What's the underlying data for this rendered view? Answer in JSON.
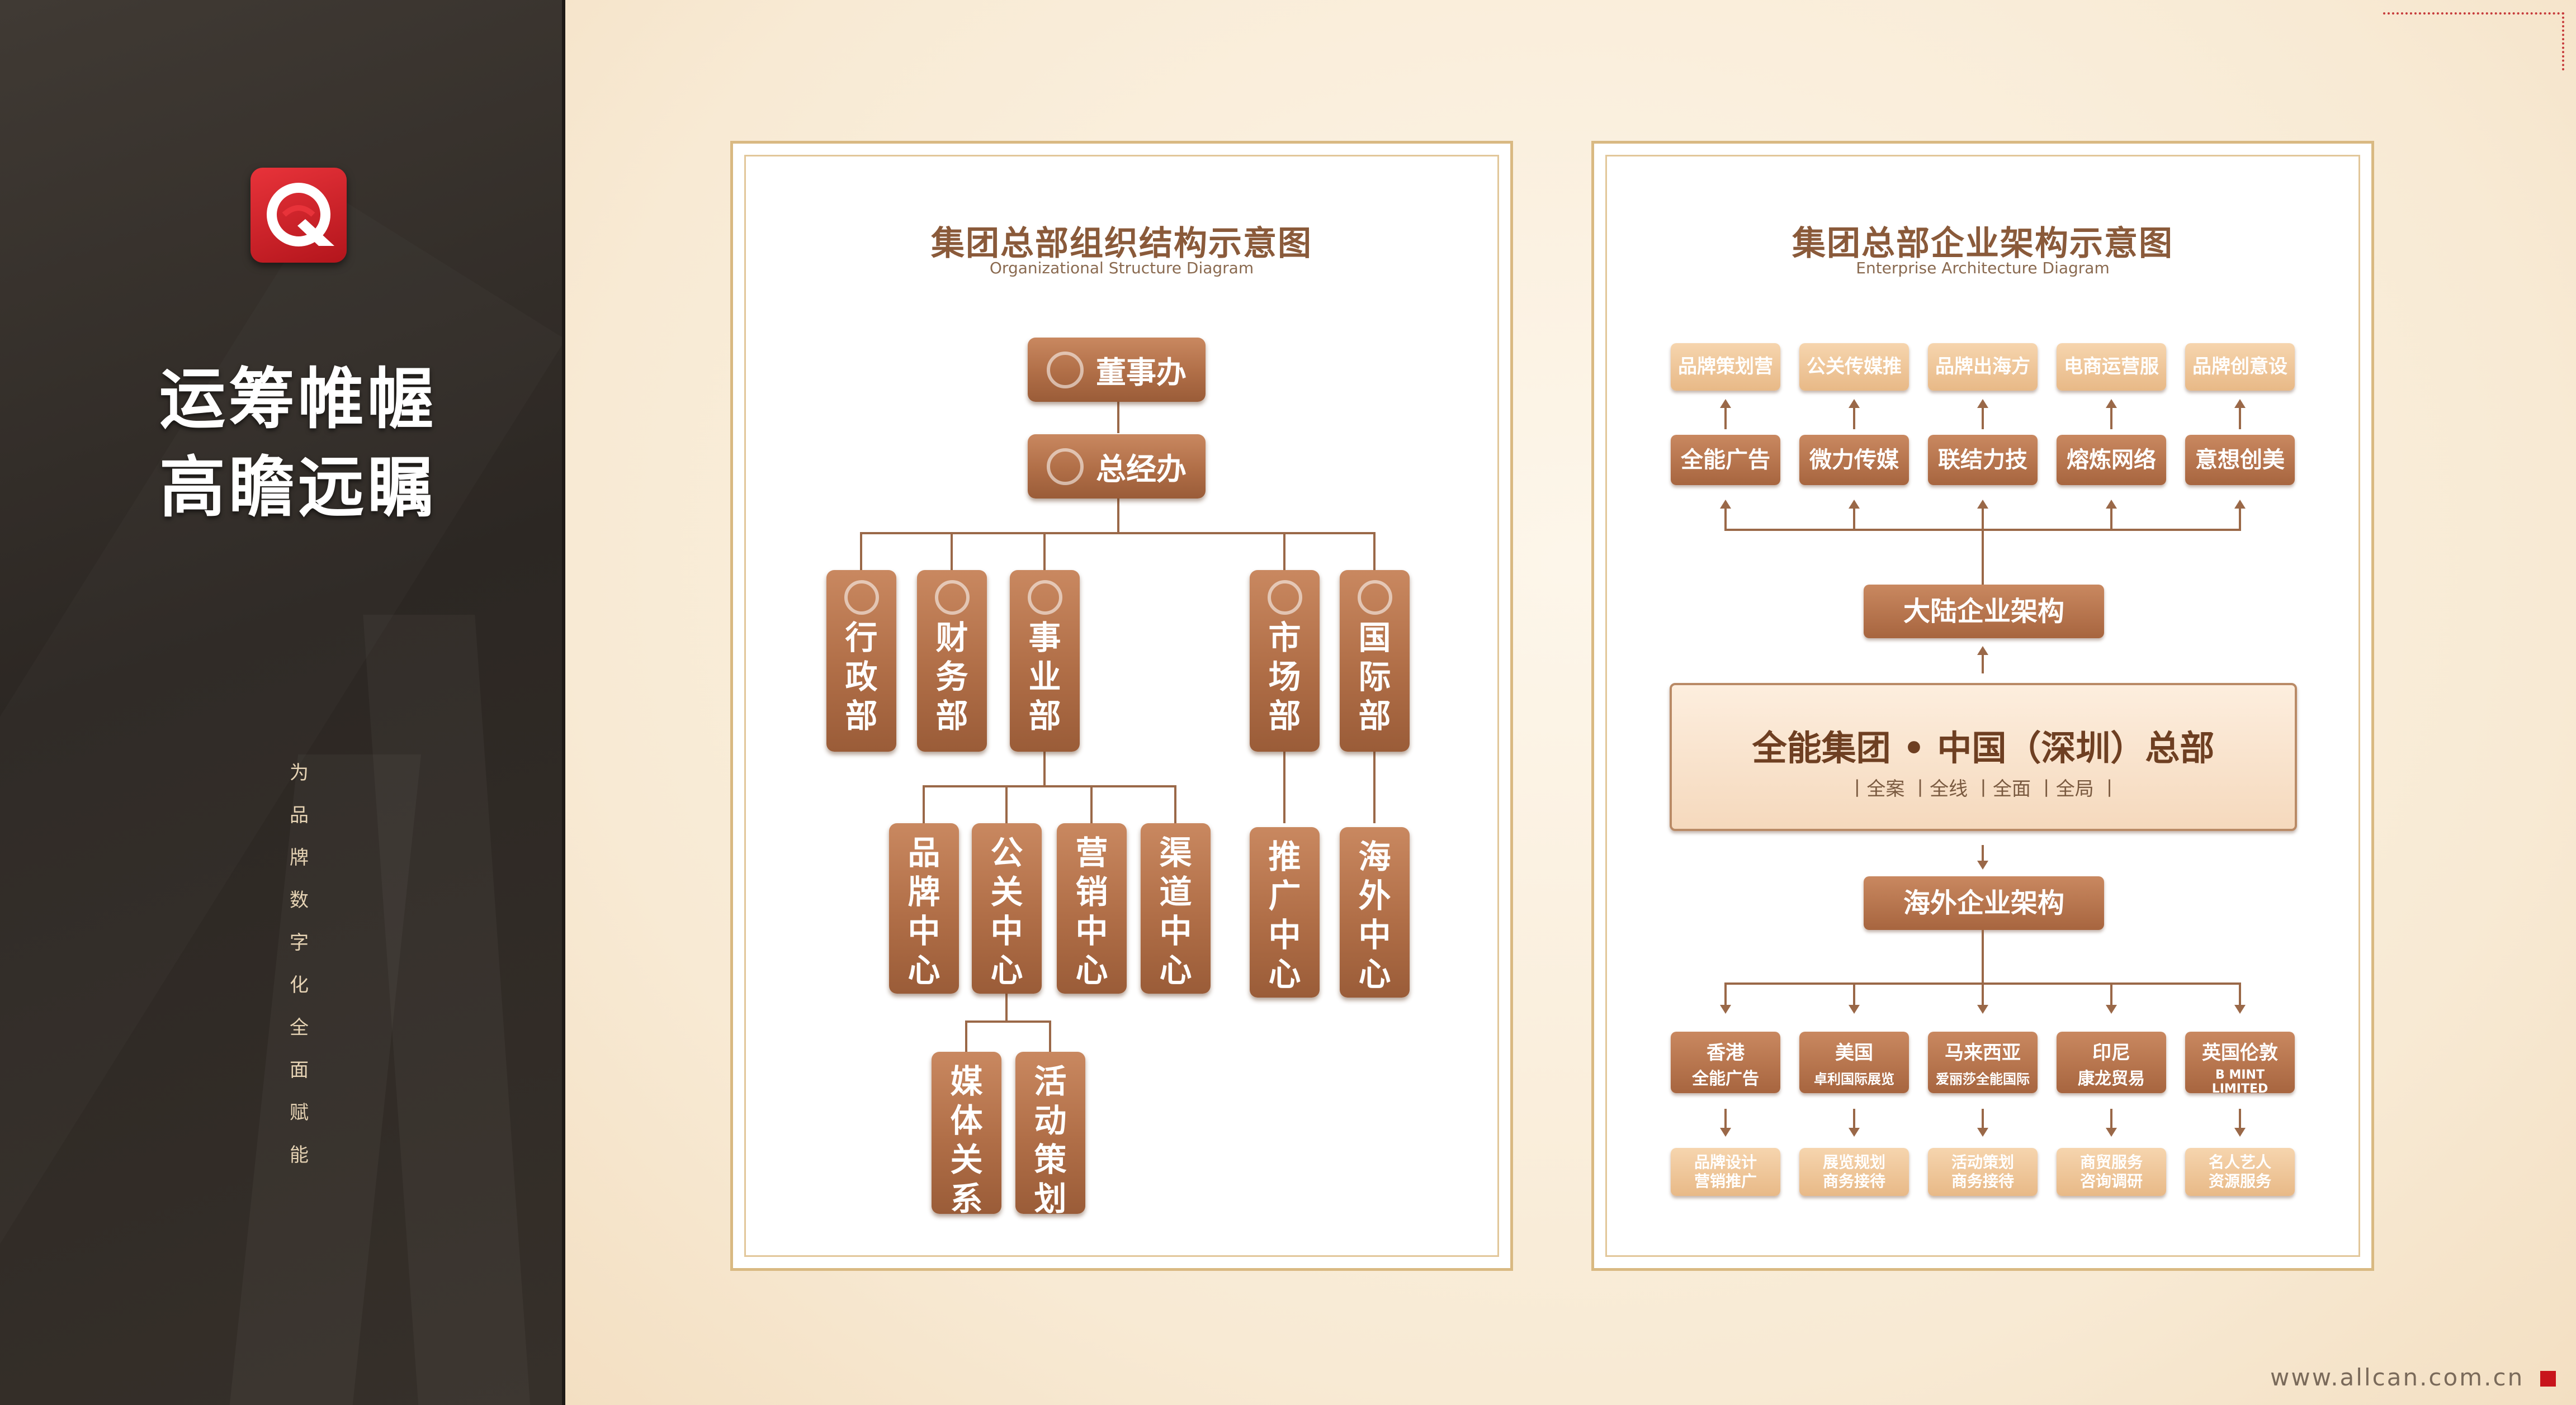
{
  "sidebar": {
    "slogan_line1": "运筹帷幄",
    "slogan_line2": "高瞻远瞩",
    "vertical_tagline": "为品牌数字化全面赋能"
  },
  "footer": {
    "website": "www.allcan.com.cn"
  },
  "colors": {
    "accent_red": "#c8141c",
    "box_brown": "#b06e47",
    "box_tan": "#e8b987",
    "frame_gold": "#d9b982"
  },
  "org_chart": {
    "title": "集团总部组织结构示意图",
    "subtitle": "Organizational Structure Diagram",
    "board": "董事办",
    "ceo": "总经办",
    "departments": {
      "admin": "行政部",
      "finance": "财务部",
      "business": "事业部",
      "market": "市场部",
      "international": "国际部"
    },
    "centers": {
      "brand": "品牌中心",
      "pr": "公关中心",
      "marketing": "营销中心",
      "channel": "渠道中心",
      "promotion": "推广中心",
      "overseas": "海外中心"
    },
    "sub_units": {
      "media": "媒体关系",
      "events": "活动策划"
    }
  },
  "enterprise_chart": {
    "title": "集团总部企业架构示意图",
    "subtitle": "Enterprise Architecture Diagram",
    "mainland_services": [
      "品牌策划营销",
      "公关传媒推广",
      "品牌出海方案",
      "电商运营服务",
      "品牌创意设计"
    ],
    "mainland_companies": [
      "全能广告",
      "微力传媒",
      "联结力技术",
      "熔炼网络",
      "意想创美"
    ],
    "mainland_label": "大陆企业架构",
    "hq_title": "全能集团 • 中国（深圳）总部",
    "hq_slogan": "丨全案 丨全线 丨全面 丨全局 丨",
    "overseas_label": "海外企业架构",
    "overseas_companies": [
      {
        "region": "香港",
        "name": "全能广告"
      },
      {
        "region": "美国",
        "name": "卓利国际展览"
      },
      {
        "region": "马来西亚",
        "name": "爱丽莎全能国际"
      },
      {
        "region": "印尼",
        "name": "康龙贸易"
      },
      {
        "region": "英国伦敦",
        "name": "B MINT LIMITED"
      }
    ],
    "overseas_services": [
      {
        "line1": "品牌设计",
        "line2": "营销推广"
      },
      {
        "line1": "展览规划",
        "line2": "商务接待"
      },
      {
        "line1": "活动策划",
        "line2": "商务接待"
      },
      {
        "line1": "商贸服务",
        "line2": "咨询调研"
      },
      {
        "line1": "名人艺人",
        "line2": "资源服务"
      }
    ]
  }
}
